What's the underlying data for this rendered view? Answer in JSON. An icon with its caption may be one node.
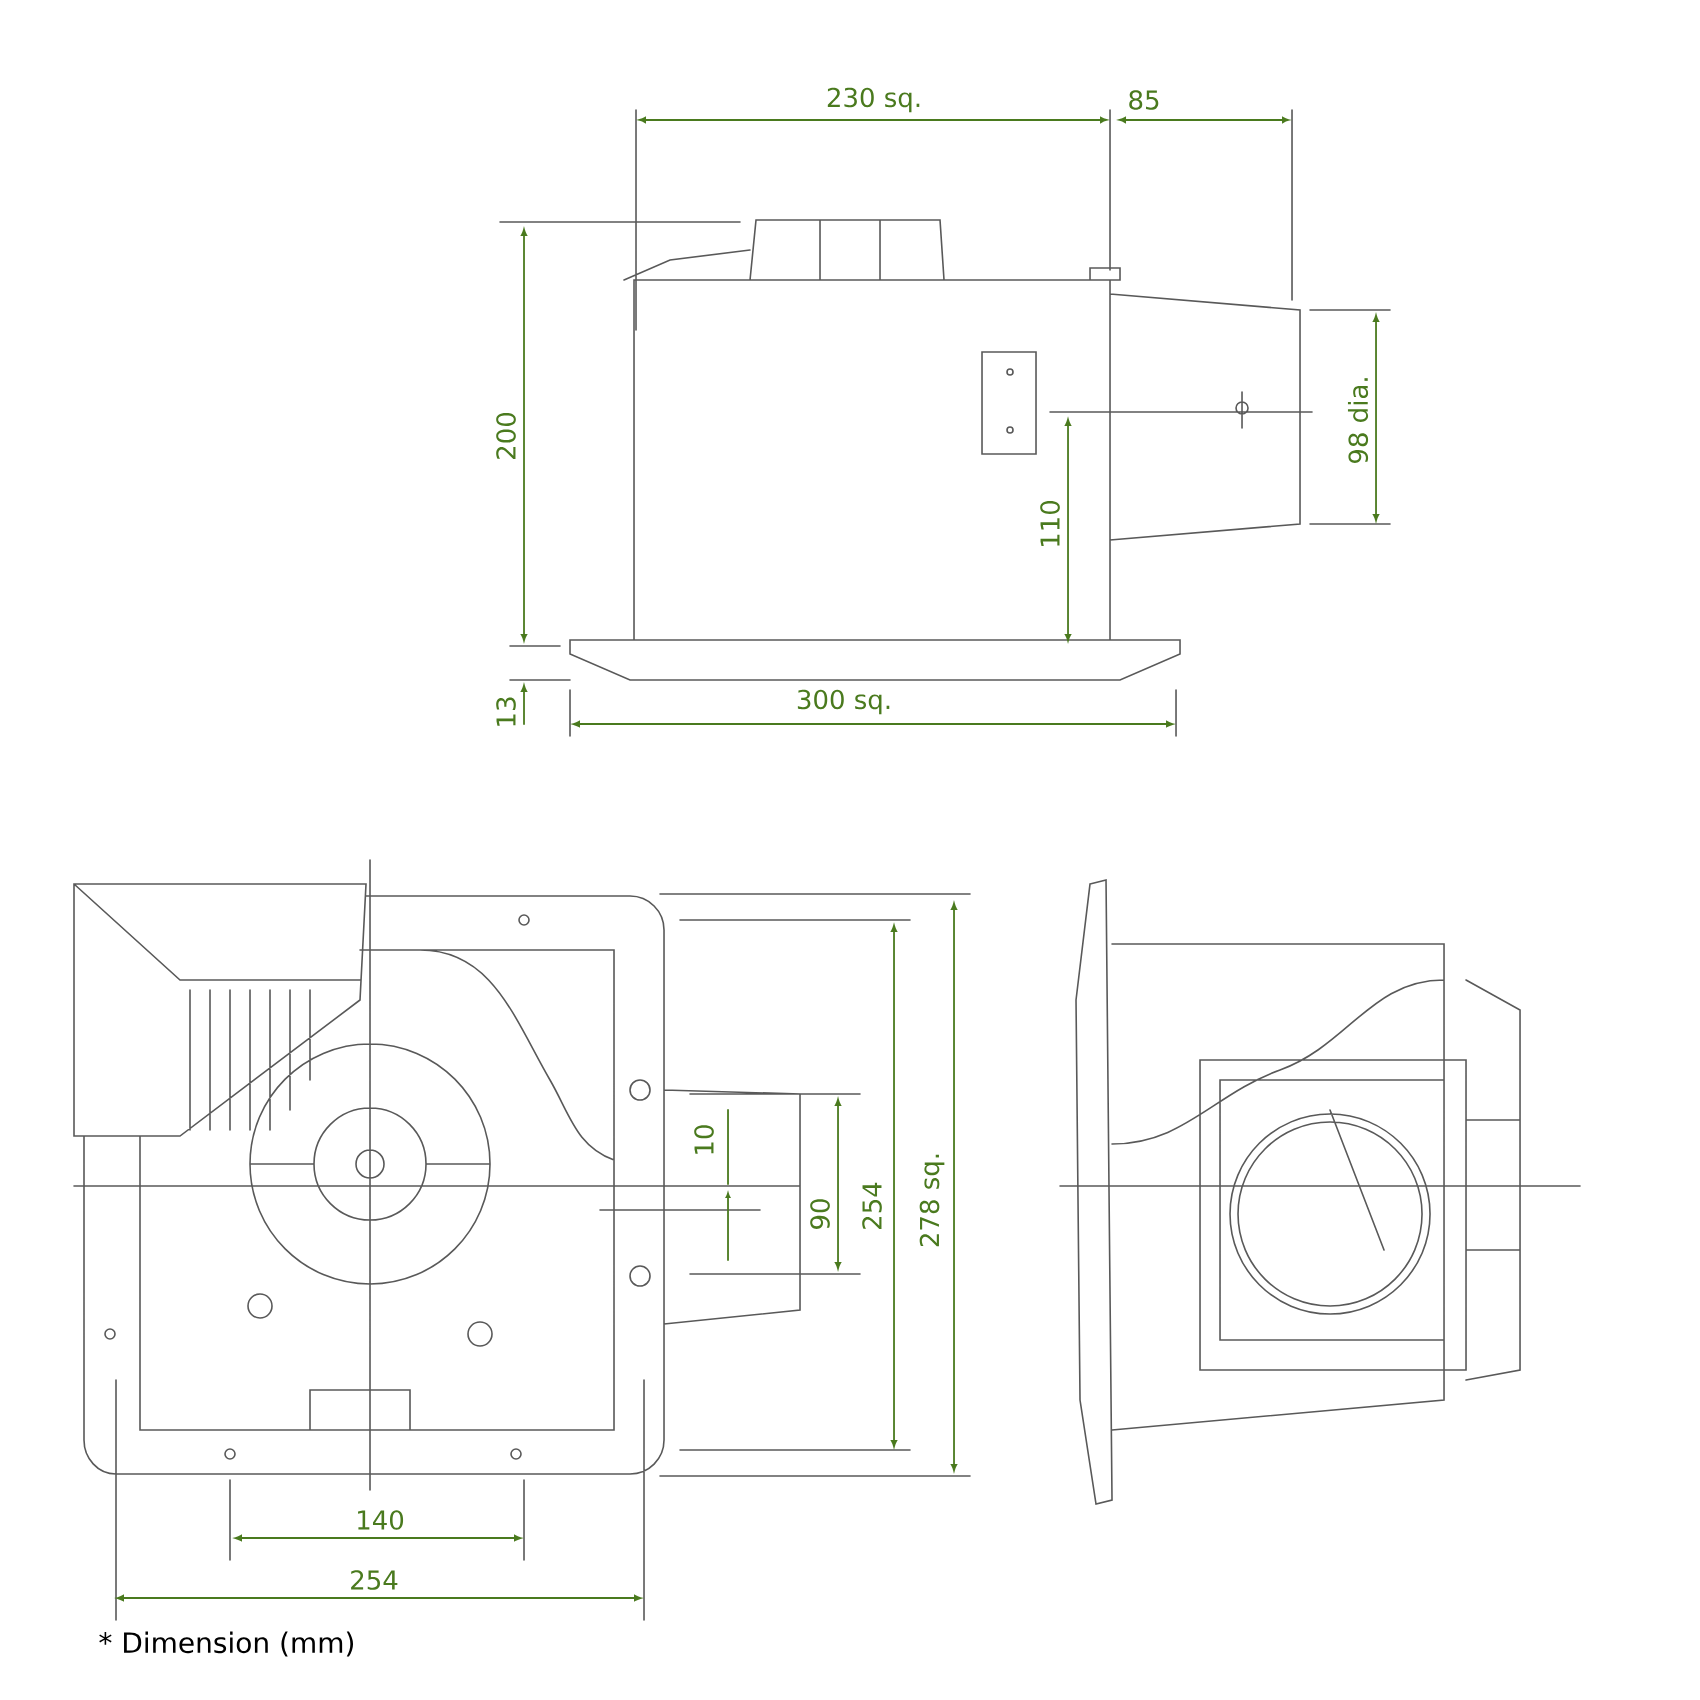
{
  "diagram": {
    "labels": [
      "230 sq.",
      "85",
      "200",
      "98 dia.",
      "110",
      "13",
      "300 sq.",
      "10",
      "90",
      "254",
      "278 sq.",
      "140",
      "254",
      "* Dimension (mm)"
    ]
  }
}
